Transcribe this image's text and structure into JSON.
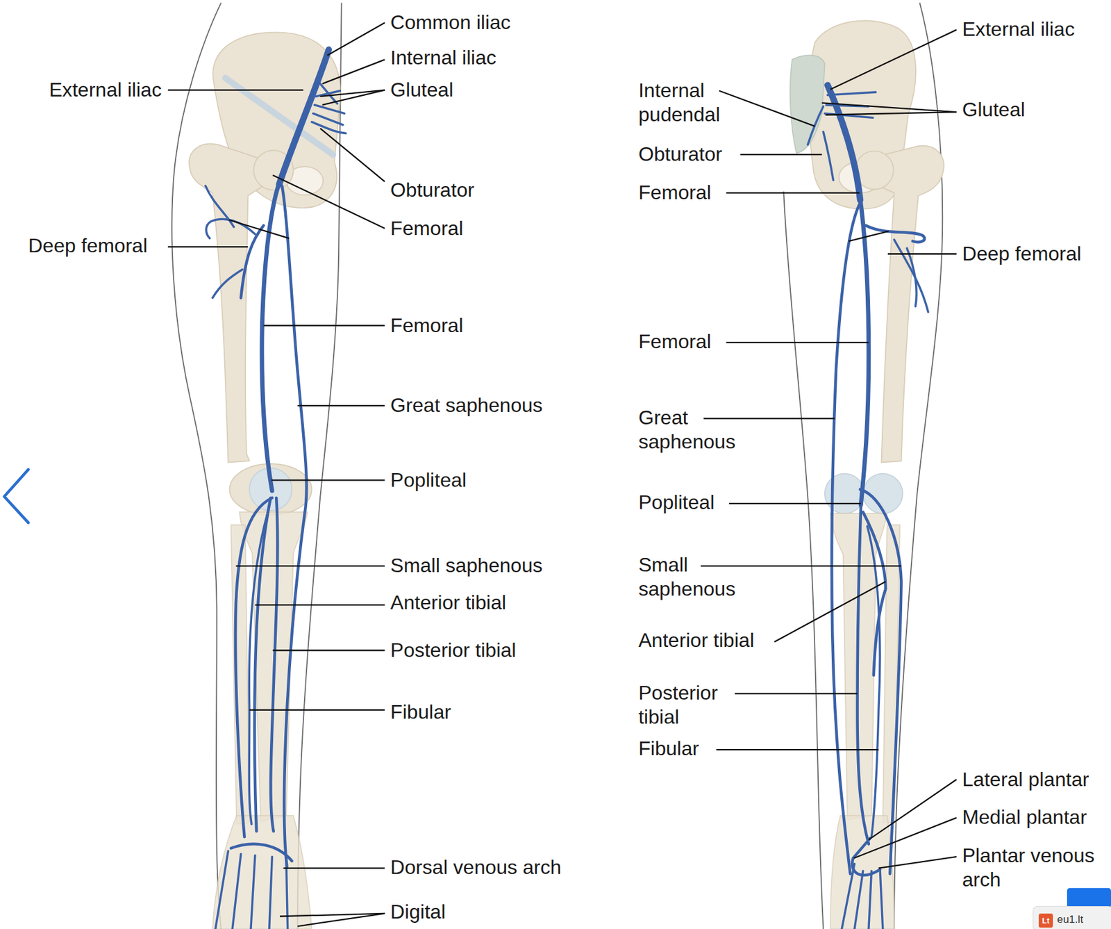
{
  "diagram": {
    "labels": [
      "Common iliac",
      "Internal iliac",
      "External iliac",
      "Gluteal",
      "Obturator",
      "Femoral",
      "Deep femoral",
      "Femoral",
      "Great saphenous",
      "Popliteal",
      "Small saphenous",
      "Anterior tibial",
      "Posterior tibial",
      "Fibular",
      "Dorsal venous arch",
      "Digital",
      "External iliac",
      "Internal pudendal",
      "Gluteal",
      "Obturator",
      "Femoral",
      "Deep femoral",
      "Femoral",
      "Great saphenous",
      "Popliteal",
      "Small saphenous",
      "Anterior tibial",
      "Posterior tibial",
      "Fibular",
      "Lateral plantar",
      "Medial plantar",
      "Plantar venous arch",
      "Lt",
      "eu1.lt"
    ]
  }
}
